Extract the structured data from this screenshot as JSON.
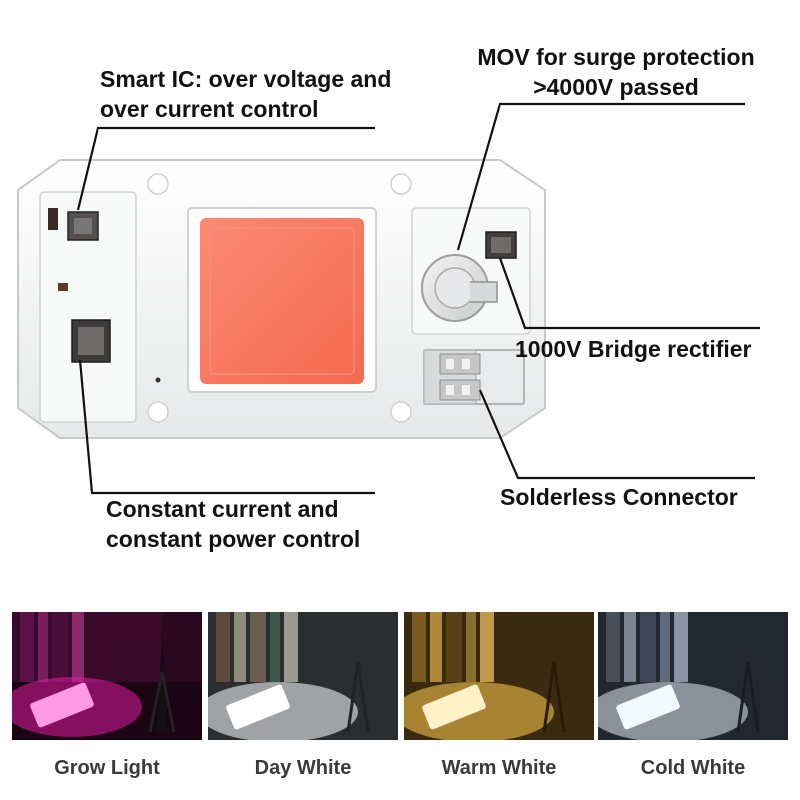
{
  "callouts": {
    "smart_ic": [
      "Smart IC: over voltage and",
      "over current control"
    ],
    "mov": [
      "MOV for surge protection",
      ">4000V passed"
    ],
    "bridge": "1000V Bridge rectifier",
    "constant": [
      "Constant current and",
      "constant power control"
    ],
    "connector": "Solderless Connector"
  },
  "module": {
    "chip_color": "#f77a63",
    "board_color": "#f3f4f4"
  },
  "photos": [
    {
      "caption": "Grow Light",
      "tint": "#e01aa0"
    },
    {
      "caption": "Day White",
      "tint": "#eef2f4"
    },
    {
      "caption": "Warm White",
      "tint": "#f2c24a"
    },
    {
      "caption": "Cold White",
      "tint": "#dfe8f5"
    }
  ]
}
